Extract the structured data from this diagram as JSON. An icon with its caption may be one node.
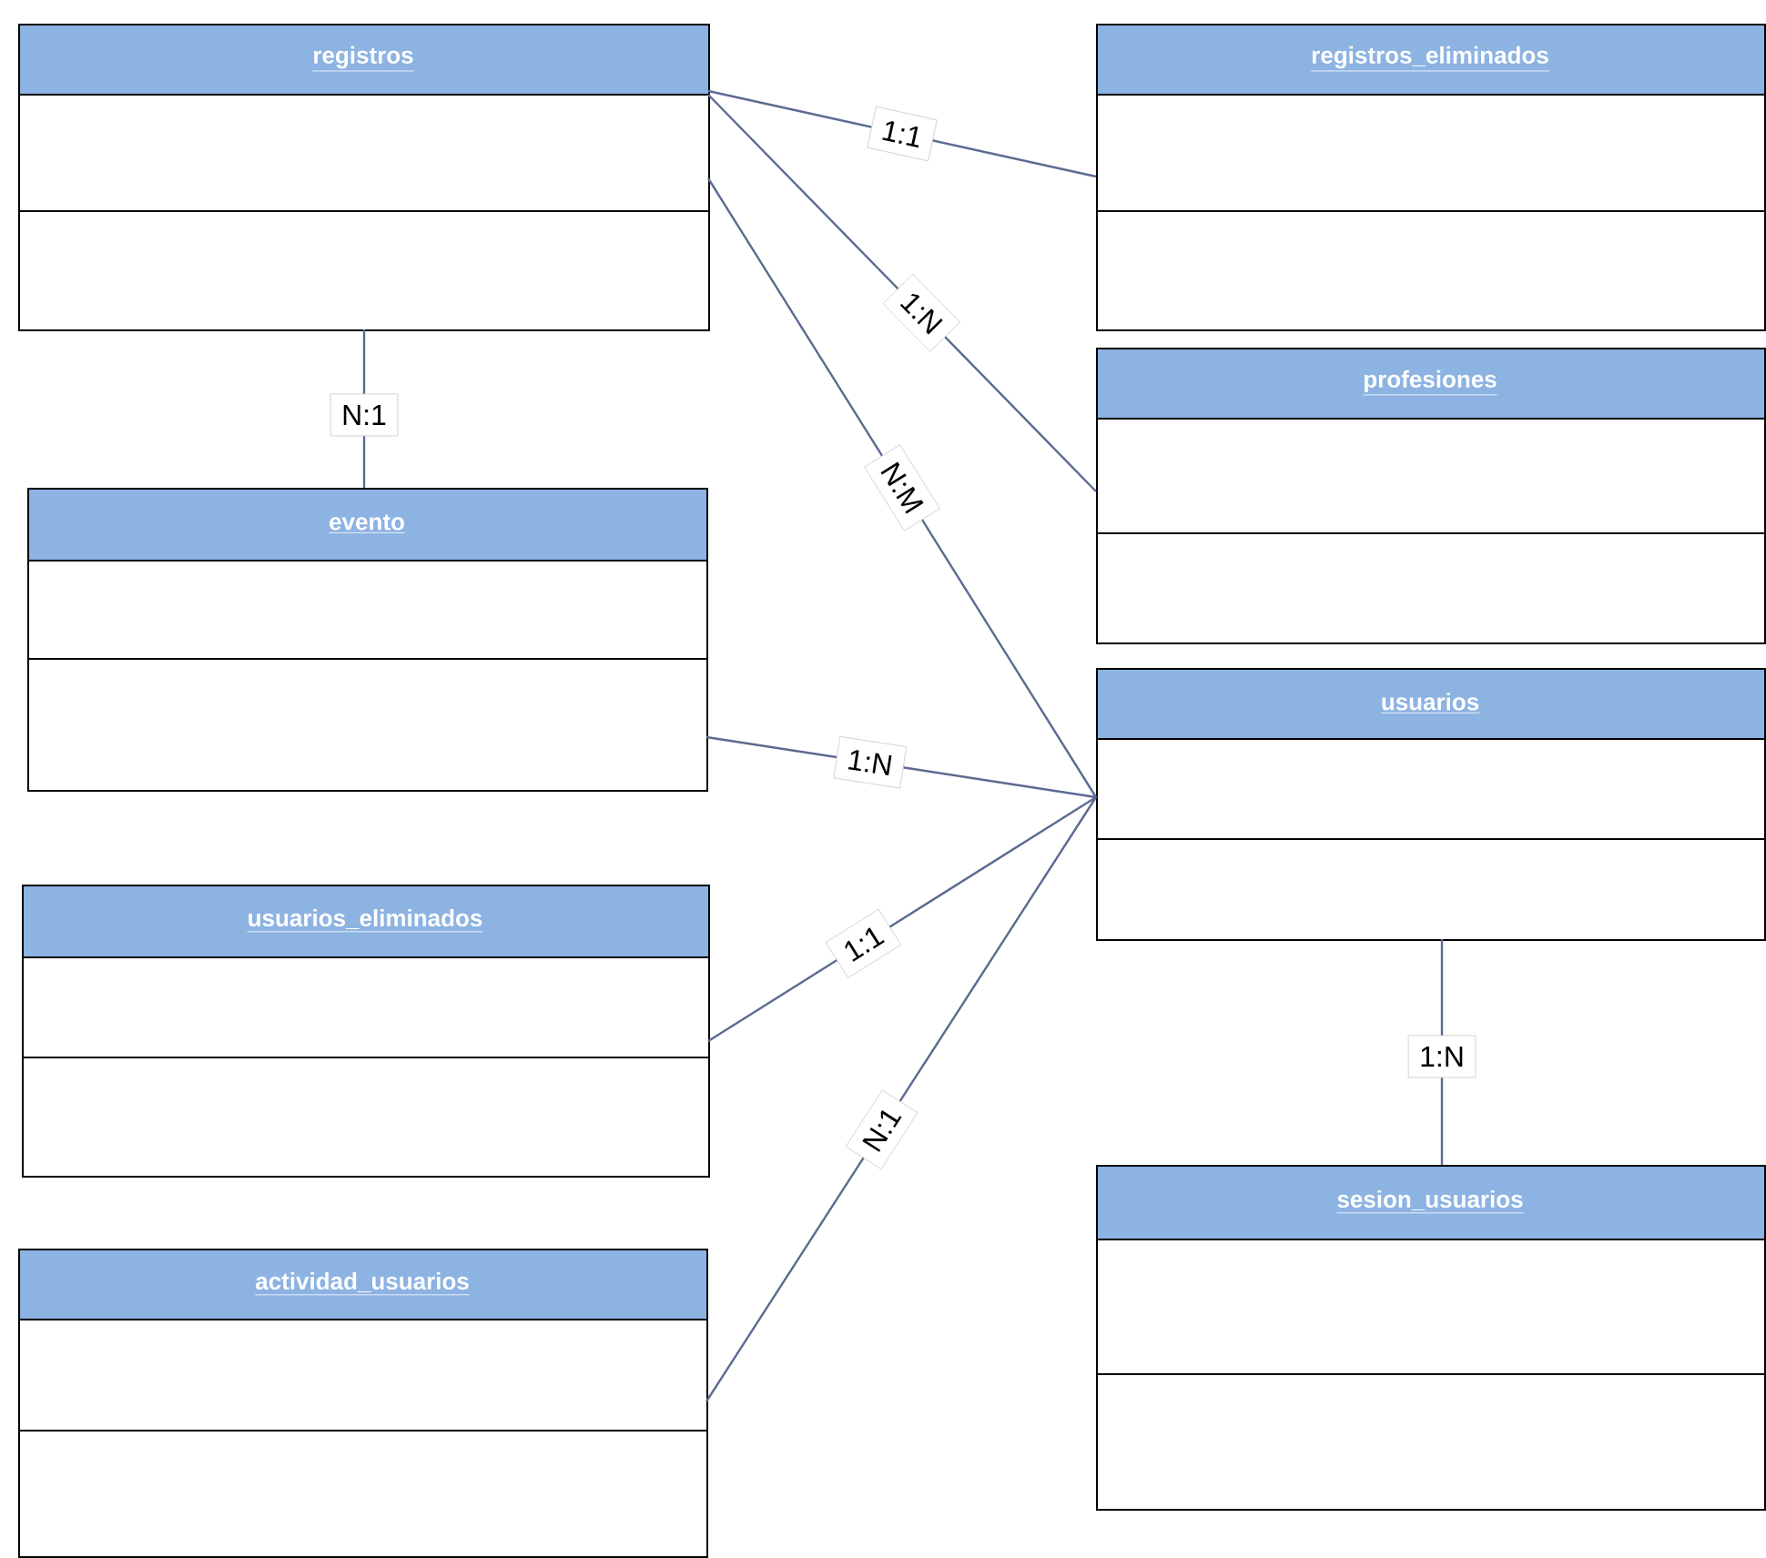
{
  "diagram": {
    "nodes": [
      {
        "text": [
          "registros"
        ]
      },
      {
        "text": [
          "registros_eliminados"
        ]
      },
      {
        "text": [
          "profesiones"
        ]
      },
      {
        "text": [
          "evento"
        ]
      },
      {
        "text": [
          "usuarios"
        ]
      },
      {
        "text": [
          "usuarios_eliminados"
        ]
      },
      {
        "text": [
          "sesion_usuarios"
        ]
      },
      {
        "text": [
          "actividad_usuarios"
        ]
      }
    ],
    "edges": [
      {
        "from": 0,
        "to": 1,
        "arrow": "none",
        "label": "1:1"
      },
      {
        "from": 0,
        "to": 2,
        "arrow": "none",
        "label": "1:N"
      },
      {
        "from": 0,
        "to": 3,
        "arrow": "none",
        "label": "N:1"
      },
      {
        "from": 0,
        "to": 4,
        "arrow": "none",
        "label": "N:M"
      },
      {
        "from": 3,
        "to": 4,
        "arrow": "none",
        "label": "1:N"
      },
      {
        "from": 5,
        "to": 4,
        "arrow": "none",
        "label": "1:1"
      },
      {
        "from": 7,
        "to": 4,
        "arrow": "none",
        "label": "N:1"
      },
      {
        "from": 4,
        "to": 6,
        "arrow": "none",
        "label": "1:N"
      }
    ]
  }
}
